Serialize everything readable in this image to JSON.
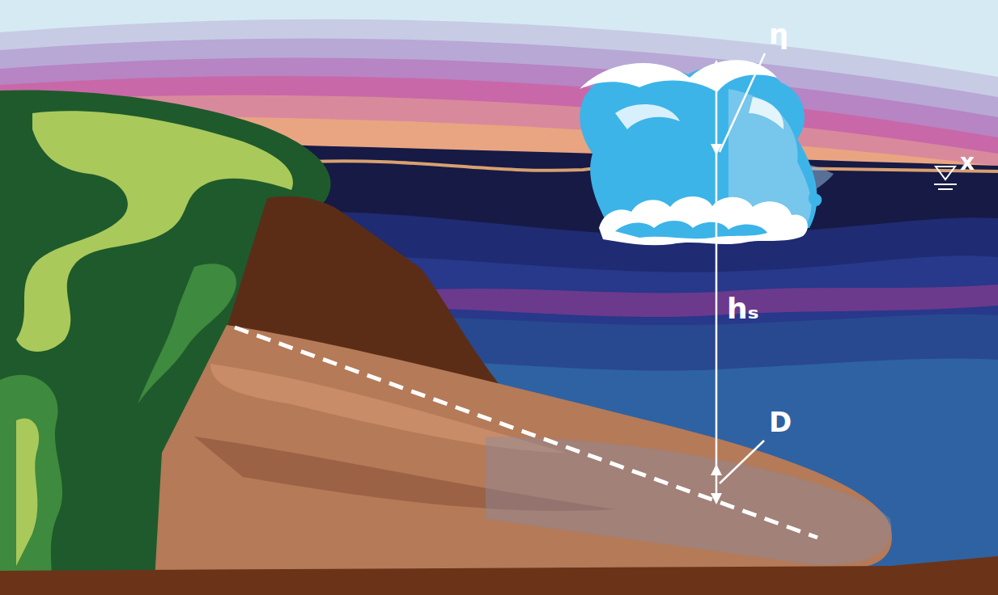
{
  "diagram": {
    "labels": [
      "η",
      "hₛ",
      "D",
      "x"
    ]
  }
}
